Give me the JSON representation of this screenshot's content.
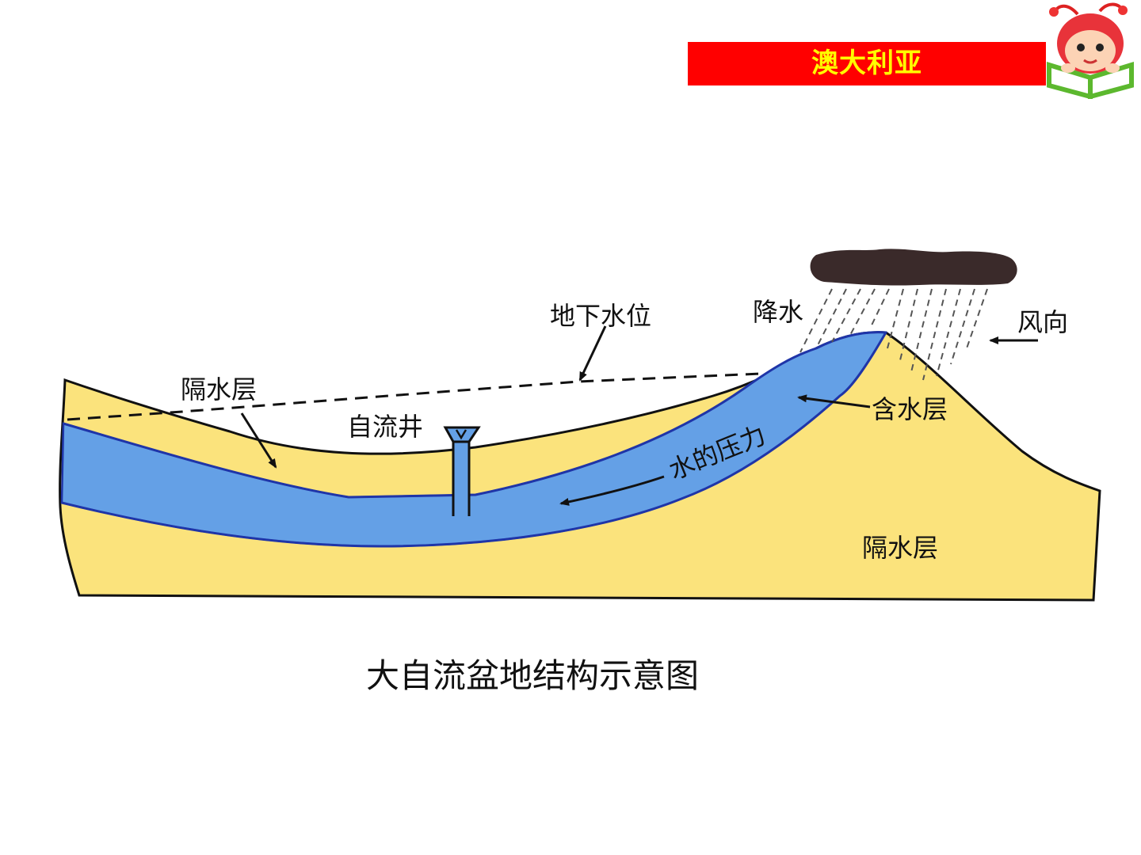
{
  "header": {
    "banner_text": "澳大利亚"
  },
  "colors": {
    "banner_bg": "#ff0000",
    "banner_text": "#ffff00",
    "impermeable_layer": "#fbe37c",
    "aquifer": "#64a0e6",
    "aquifer_edge": "#1f35a8",
    "cloud": "#3a2a2a"
  },
  "icons": {
    "logo": "cartoon-child-reading-book-icon",
    "cloud": "rain-cloud-icon"
  },
  "diagram": {
    "labels": {
      "water_table": "地下水位",
      "precipitation": "降水",
      "wind_direction": "风向",
      "impermeable_top": "隔水层",
      "artesian_well": "自流井",
      "aquifer": "含水层",
      "water_pressure": "水的压力",
      "impermeable_bottom": "隔水层"
    }
  },
  "caption": "大自流盆地结构示意图"
}
